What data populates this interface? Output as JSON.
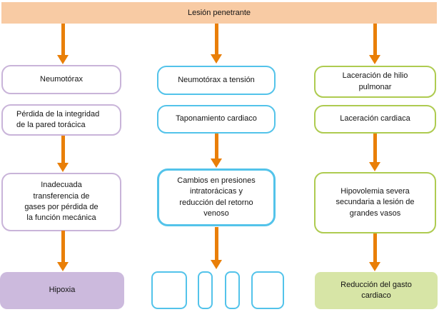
{
  "colors": {
    "banner-fill": "#F8CBA4",
    "arrow": "#E97F08",
    "purple-border": "#C9B4D9",
    "purple-fill": "#CCBADD",
    "blue-border": "#53C3EA",
    "green-border": "#AECB50",
    "green-fill": "#D7E5A6",
    "text": "#141414"
  },
  "root": {
    "title": "Lesión penetrante"
  },
  "columns": [
    {
      "name": "neumotorax-pathway",
      "theme": "purple",
      "boxes": [
        "Neumotórax",
        "Pérdida de la integridad\nde la pared torácica",
        "Inadecuada\ntransferencia de\ngases por pérdida de\nla función mecánica"
      ],
      "outcome": "Hipoxia"
    },
    {
      "name": "neumotorax-tension-pathway",
      "theme": "blue",
      "boxes": [
        "Neumotórax a tensión",
        "Taponamiento cardiaco",
        "Cambios en presiones\nintratorácicas y\nreducción del retorno\nvenoso"
      ],
      "outcome": "",
      "empty_outcome_boxes": 4
    },
    {
      "name": "laceracion-pathway",
      "theme": "green",
      "boxes": [
        "Laceración de hilio\npulmonar",
        "Laceración cardiaca",
        "Hipovolemia severa\nsecundaria a lesión de\ngrandes vasos"
      ],
      "outcome": "Reducción del gasto\ncardiaco"
    }
  ]
}
